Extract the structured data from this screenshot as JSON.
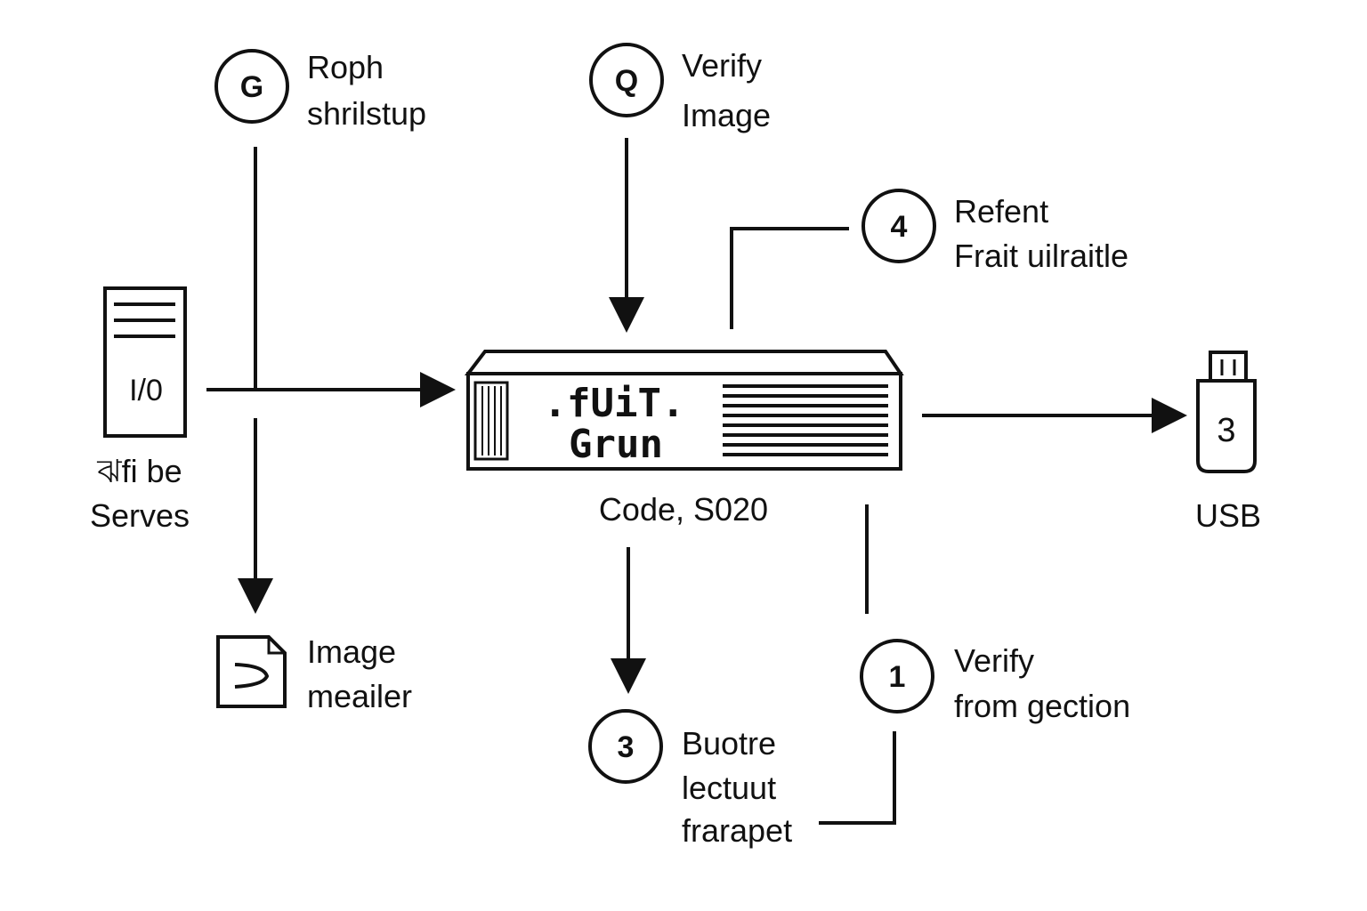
{
  "steps": [
    {
      "number": "G",
      "line1": "Roph",
      "line2": "shrilstup"
    },
    {
      "number": "Q",
      "line1": "Verify",
      "line2": "Image"
    },
    {
      "number": "4",
      "line1": "Refent",
      "line2": "Frait uilraitle"
    },
    {
      "number": "3",
      "line1": "Buotre",
      "line2": "lectuut",
      "line3": "frarapet"
    },
    {
      "number": "1",
      "line1": "Verify",
      "line2": "from gection"
    }
  ],
  "server": {
    "display": "I/0",
    "label_line1": "ঝfi be",
    "label_line2": "Serves"
  },
  "appliance": {
    "text_top": ".fUiT.",
    "text_bottom": "Grun",
    "caption": "Code, S020"
  },
  "image_file": {
    "label_line1": "Image",
    "label_line2": "meailer"
  },
  "usb": {
    "number": "3",
    "label": "USB"
  }
}
